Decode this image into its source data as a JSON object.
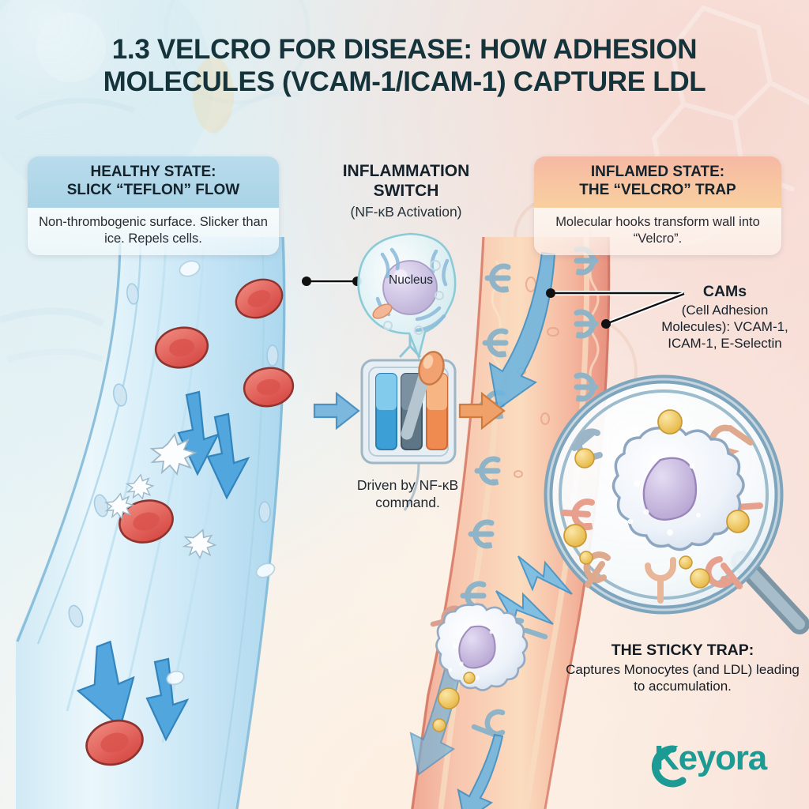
{
  "title": "1.3 Velcro for Disease: How Adhesion Molecules (VCAM-1/ICAM-1) Capture LDL",
  "panels": {
    "healthy": {
      "heading": "Healthy State:\nSlick “Teflon” Flow",
      "body": "Non-thrombogenic surface. Slicker than ice. Repels cells."
    },
    "inflamed": {
      "heading": "Inflamed State:\nThe “Velcro” Trap",
      "body": "Molecular hooks transform wall into “Velcro”."
    }
  },
  "center": {
    "heading": "Inflammation Switch",
    "subheading": "(NF-κB Activation)",
    "driven_note": "Driven by NF-κB command.",
    "nucleus_label": "Nucleus"
  },
  "callouts": {
    "cams_title": "CAMs",
    "cams_subtitle": "(Cell Adhesion Molecules): VCAM-1, ICAM-1, E-Selectin",
    "sticky_title": "The Sticky Trap:",
    "sticky_subtitle": "Captures Monocytes (and LDL) leading to accumulation."
  },
  "brand": {
    "wordmark": "Keyora"
  },
  "colors": {
    "title": "#15333a",
    "healthy_header": "#a9d3e6",
    "inflamed_header": "#f6b9a4",
    "flow_arrow_blue": "#4ba3dd",
    "hook_blue": "#8fb4c8",
    "hook_pink": "#e9a79a",
    "rbc_red": "#e8635c",
    "ldl_yellow": "#f2cb5e",
    "switch_on_orange": "#ef9a63",
    "brand_teal": "#1c9a94"
  }
}
